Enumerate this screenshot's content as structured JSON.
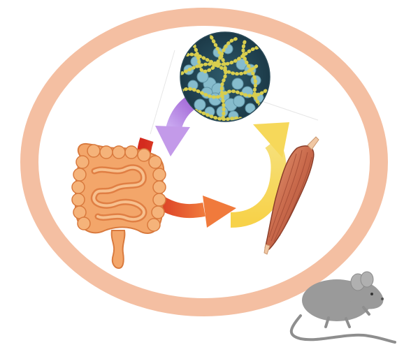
{
  "diagram": {
    "nodes": [
      {
        "id": "microbiota",
        "icon": "bacteria-icon"
      },
      {
        "id": "intestine",
        "icon": "intestine-icon"
      },
      {
        "id": "muscle",
        "icon": "muscle-icon"
      },
      {
        "id": "mouse",
        "icon": "mouse-icon"
      }
    ],
    "arrows": [
      {
        "from": "microbiota",
        "to": "intestine",
        "color": "#b58be6"
      },
      {
        "from": "intestine",
        "to": "muscle",
        "color": "#e8462b"
      },
      {
        "from": "muscle",
        "to": "microbiota",
        "color": "#f3c53a"
      }
    ],
    "colors": {
      "ring": "#f4bfa2",
      "intestine": "#f2a56a",
      "intestine_dark": "#d9733b",
      "muscle": "#c97a5a",
      "muscle_light": "#f0c7a3",
      "bacteria_yellow": "#c9c24a",
      "bacteria_blue": "#7fb6c9",
      "mouse": "#8e8e8e"
    }
  }
}
